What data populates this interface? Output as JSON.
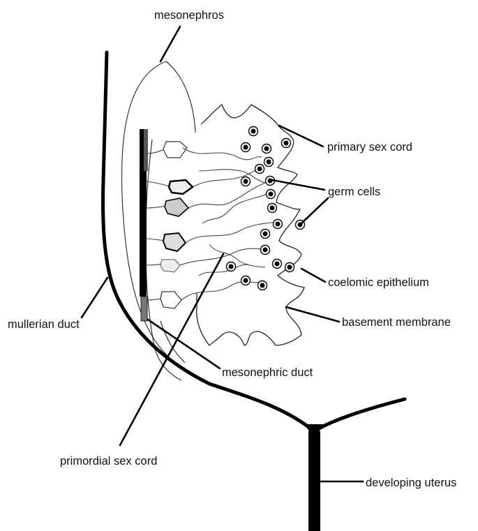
{
  "labels": {
    "mesonephros": "mesonephros",
    "primary_sex_cord": "primary sex cord",
    "germ_cells": "germ cells",
    "coelomic_epithelium": "coelomic epithelium",
    "basement_membrane": "basement membrane",
    "mullerian_duct": "mullerian duct",
    "mesonephric_duct": "mesonephric duct",
    "primordial_sex_cord": "primordial sex cord",
    "developing_uterus": "developing uterus"
  },
  "colors": {
    "ink": "#000000",
    "background": "#ffffff"
  }
}
